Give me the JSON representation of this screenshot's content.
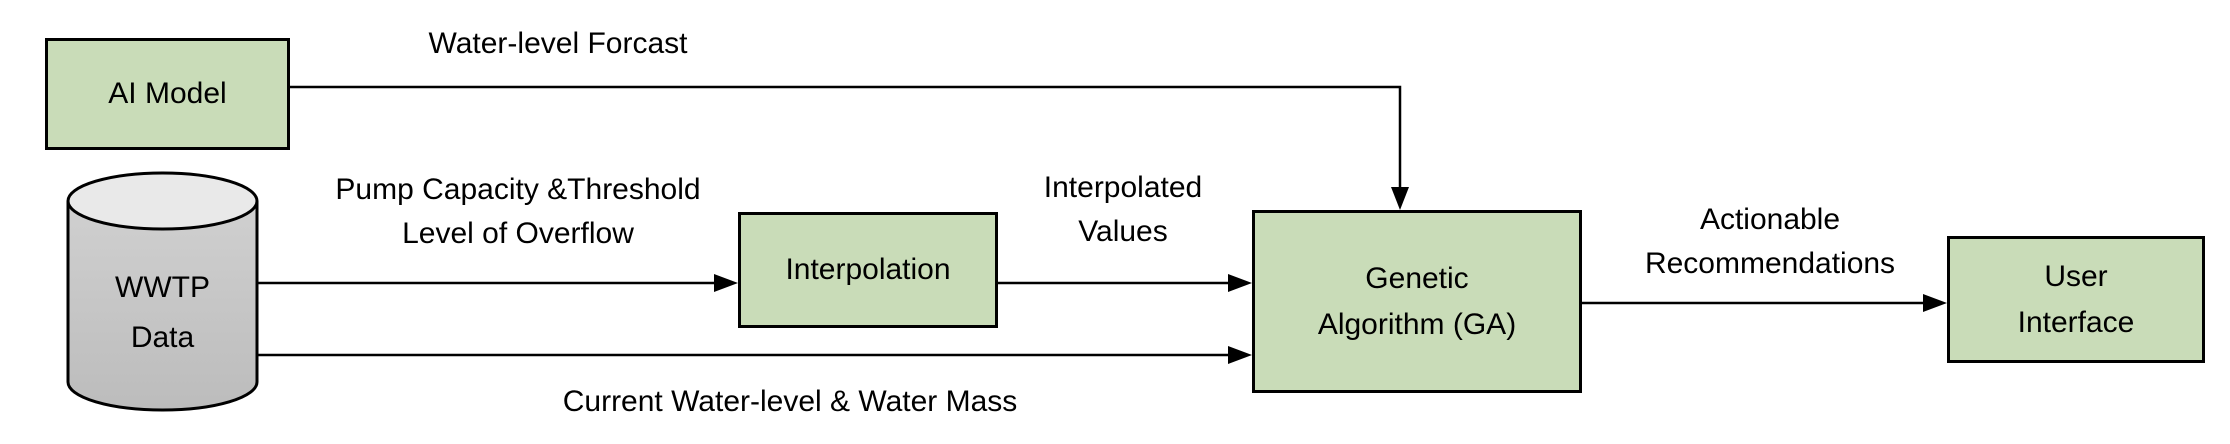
{
  "diagram": {
    "type": "flowchart",
    "nodes": {
      "ai_model": {
        "label": "AI Model",
        "shape": "rectangle"
      },
      "wwtp_data": {
        "lines": [
          "WWTP",
          "Data"
        ],
        "shape": "cylinder"
      },
      "interpolation": {
        "label": "Interpolation",
        "shape": "rectangle"
      },
      "genetic_algorithm": {
        "lines": [
          "Genetic",
          "Algorithm (GA)"
        ],
        "shape": "rectangle"
      },
      "user_interface": {
        "lines": [
          "User",
          "Interface"
        ],
        "shape": "rectangle"
      }
    },
    "edges": {
      "water_level_forecast": {
        "label": "Water-level Forcast",
        "from": "AI Model",
        "to": "Genetic Algorithm (GA)"
      },
      "pump_capacity": {
        "lines": [
          "Pump Capacity &Threshold",
          "Level of Overflow"
        ],
        "from": "WWTP Data",
        "to": "Interpolation"
      },
      "interpolated_values": {
        "lines": [
          "Interpolated",
          "Values"
        ],
        "from": "Interpolation",
        "to": "Genetic Algorithm (GA)"
      },
      "current_water": {
        "label": "Current Water-level & Water Mass",
        "from": "WWTP Data",
        "to": "Genetic Algorithm (GA)"
      },
      "actionable_recommendations": {
        "lines": [
          "Actionable",
          "Recommendations"
        ],
        "from": "Genetic Algorithm (GA)",
        "to": "User Interface"
      }
    },
    "colors": {
      "node_fill": "#c9dcb8",
      "node_border": "#000000",
      "cylinder_body": "#c6c6c6",
      "cylinder_top": "#e9e9e9",
      "line": "#000000",
      "text": "#000000",
      "background": "#ffffff"
    }
  }
}
